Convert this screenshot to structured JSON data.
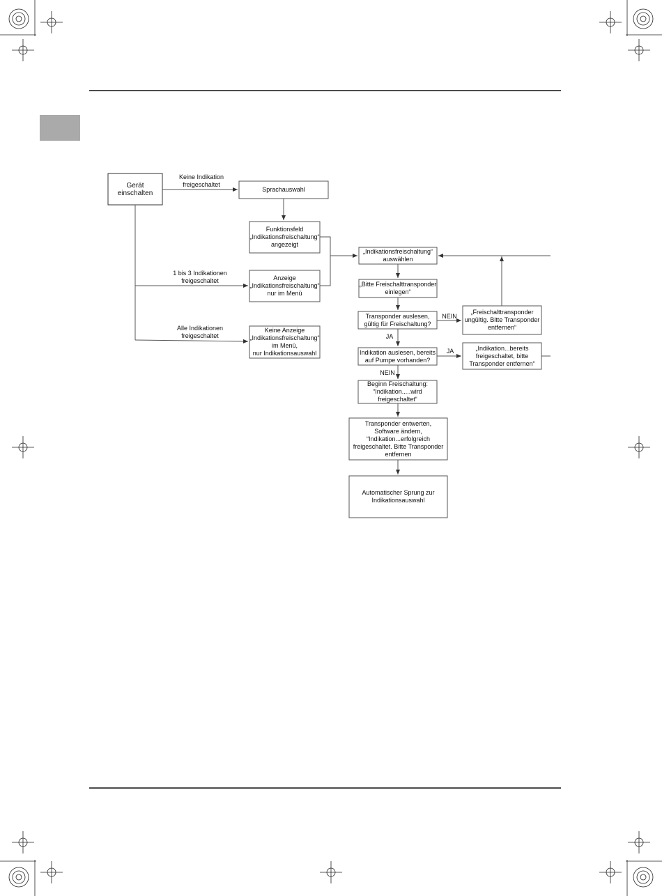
{
  "flowchart": {
    "nodes": {
      "start": "Gerät einschalten",
      "language": "Sprachauswahl",
      "function_field": "Funktionsfeld\n„Indikationsfreischaltung“\nangezeigt",
      "menu_display": "Anzeige\n„Indikationsfreischaltung“\nnur im Menü",
      "no_display": "Keine Anzeige\n„Indikationsfreischaltung“\nim Menü,\nnur Indikationsauswahl",
      "select_unlock": "„Indikationsfreischaltung“\nauswählen",
      "insert_transponder": "„Bitte Freischalttransponder\neinlegen“",
      "read_transponder": "Transponder auslesen,\ngültig für Freischaltung?",
      "invalid_transponder": "„Freischalttransponder\nungültig. Bitte Transponder\nentfernen“",
      "read_indication": "Indikation auslesen, bereits\nauf Pumpe vorhanden?",
      "already_unlocked": "„Indikation...bereits\nfreigeschaltet, bitte\nTransponder entfernen“",
      "begin_unlock": "Beginn Freischaltung:\n“Indikation.....wird\nfreigeschaltet“",
      "invalidate": "Transponder entwerten,\nSoftware ändern,\n“Indikation...erfolgreich\nfreigeschaltet. Bitte Transponder\nentfernen",
      "auto_jump": "Automatischer Sprung zur\nIndikationsauswahl"
    },
    "edge_labels": {
      "no_indication": "Keine Indikation\nfreigeschaltet",
      "one_to_three": "1 bis 3 Indikationen\nfreigeschaltet",
      "all_indications": "Alle Indikationen\nfreigeschaltet",
      "nein_invalid": "NEIN",
      "ja_valid": "JA",
      "ja_exists": "JA",
      "nein_not_exists": "NEIN"
    }
  },
  "colors": {
    "tab_marker": "#aaaaaa",
    "lines": "#555555"
  }
}
